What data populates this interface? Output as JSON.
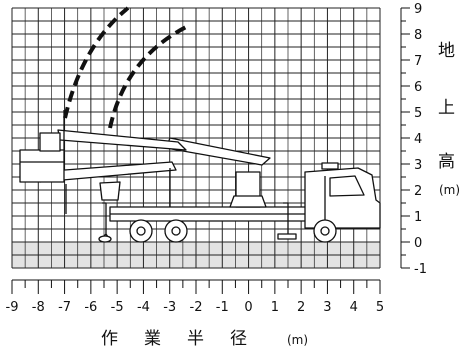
{
  "chart": {
    "x_axis": {
      "min": -9,
      "max": 5,
      "step": 1,
      "tick_labels": [
        "-9",
        "-8",
        "-7",
        "-6",
        "-5",
        "-4",
        "-3",
        "-2",
        "-1",
        "0",
        "1",
        "2",
        "3",
        "4",
        "5"
      ],
      "label_chars": [
        "作",
        "業",
        "半",
        "径"
      ],
      "unit": "(m)"
    },
    "y_axis": {
      "min": -1,
      "max": 9,
      "step": 1,
      "tick_labels": [
        "-1",
        "0",
        "1",
        "2",
        "3",
        "4",
        "5",
        "6",
        "7",
        "8",
        "9"
      ],
      "label_chars": [
        "地",
        "上",
        "高"
      ],
      "unit": "(m)"
    },
    "ground_band": {
      "from": -1,
      "to": 0,
      "color": "#e3e3e3"
    },
    "colors": {
      "grid": "#222222",
      "ink": "#111111",
      "truck_fill": "#ffffff"
    }
  }
}
